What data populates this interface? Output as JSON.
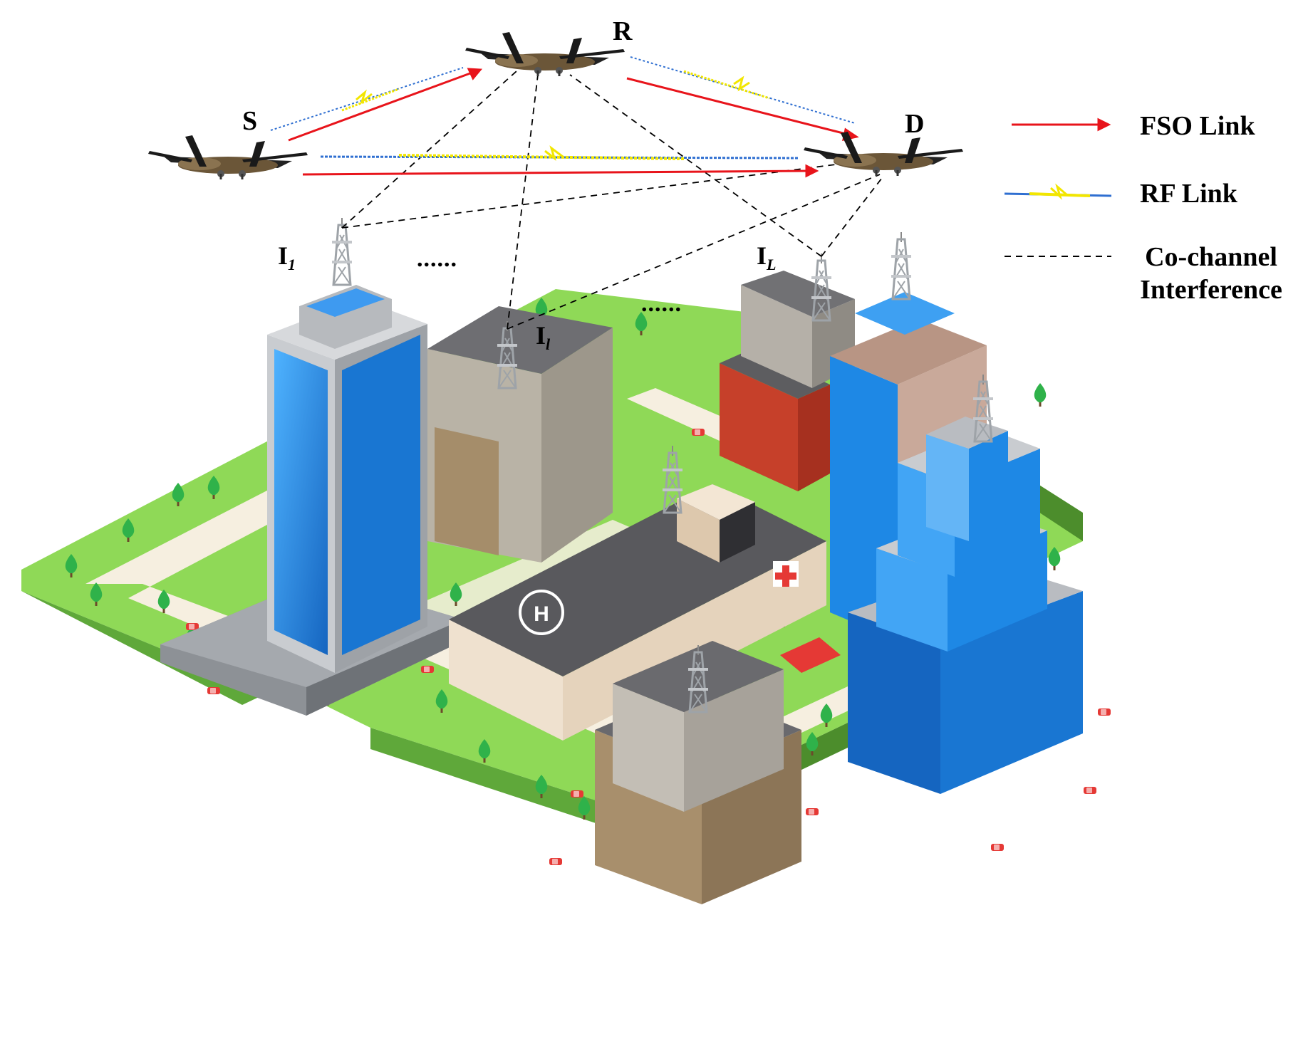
{
  "nodes": {
    "source": "S",
    "relay": "R",
    "destination": "D"
  },
  "interferers": {
    "first": {
      "base": "I",
      "sub": "1"
    },
    "middle": {
      "base": "I",
      "sub": "l"
    },
    "last": {
      "base": "I",
      "sub": "L"
    },
    "ellipsis": "......"
  },
  "legend": {
    "fso": "FSO Link",
    "rf": "RF Link",
    "cci_line1": "Co-channel",
    "cci_line2": "Interference"
  },
  "colors": {
    "fso_link": "#e8141b",
    "rf_link_blue": "#2f6fd1",
    "rf_link_yellow": "#f2e600",
    "interference": "#000000",
    "grass": "#8fd957",
    "grass_side": "#5fa83a",
    "road": "#f6efe0",
    "glass": "#1e88e5",
    "concrete": "#b9bcc1"
  },
  "icons": [
    "uav-drone-icon",
    "cell-tower-icon",
    "hospital-cross-icon",
    "helipad-icon",
    "tree-icon",
    "car-icon"
  ]
}
